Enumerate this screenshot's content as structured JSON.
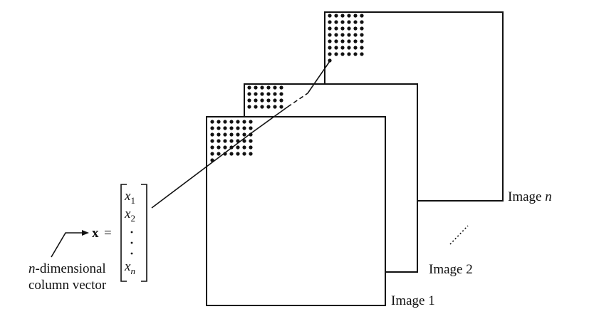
{
  "images": [
    {
      "name": "Image",
      "index": "1"
    },
    {
      "name": "Image",
      "index": "2"
    },
    {
      "name": "Image",
      "index": "n"
    }
  ],
  "vector": {
    "symbol": "x",
    "equals": "=",
    "entries": [
      {
        "base": "x",
        "sub": "1"
      },
      {
        "base": "x",
        "sub": "2"
      },
      {
        "base": "x",
        "sub": "n"
      }
    ],
    "caption_prefix": "n",
    "caption_line1_rest": "-dimensional",
    "caption_line2": "column vector"
  },
  "colors": {
    "ink": "#111111",
    "background": "#ffffff"
  }
}
